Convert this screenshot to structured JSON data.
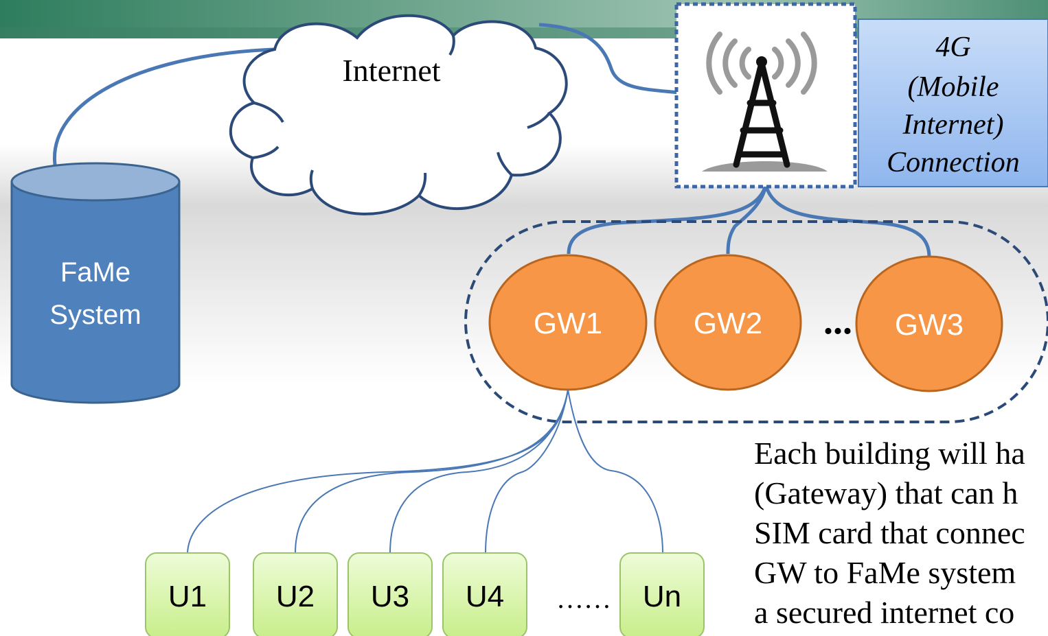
{
  "cloud": {
    "label": "Internet"
  },
  "database": {
    "line1": "FaMe",
    "line2": "System"
  },
  "connection_box": {
    "lines": [
      "4G",
      "(Mobile",
      "Internet)",
      "Connection"
    ]
  },
  "gateways": [
    {
      "label": "GW1"
    },
    {
      "label": "GW2"
    },
    {
      "label": "GW3"
    }
  ],
  "gateway_ellipsis": "...",
  "units": [
    {
      "label": "U1"
    },
    {
      "label": "U2"
    },
    {
      "label": "U3"
    },
    {
      "label": "U4"
    },
    {
      "label": "Un"
    }
  ],
  "unit_ellipsis": "……",
  "description": {
    "lines": [
      "Each building will ha",
      "(Gateway) that can h",
      "SIM card that connec",
      "GW to FaMe system",
      "a secured internet co"
    ]
  },
  "colors": {
    "line_blue": "#4a78b5",
    "db_fill": "#4f81bd",
    "gateway_fill": "#f79646",
    "unit_fill": "#d8f5a8",
    "connection_box_fill": "#a9c8f5"
  }
}
